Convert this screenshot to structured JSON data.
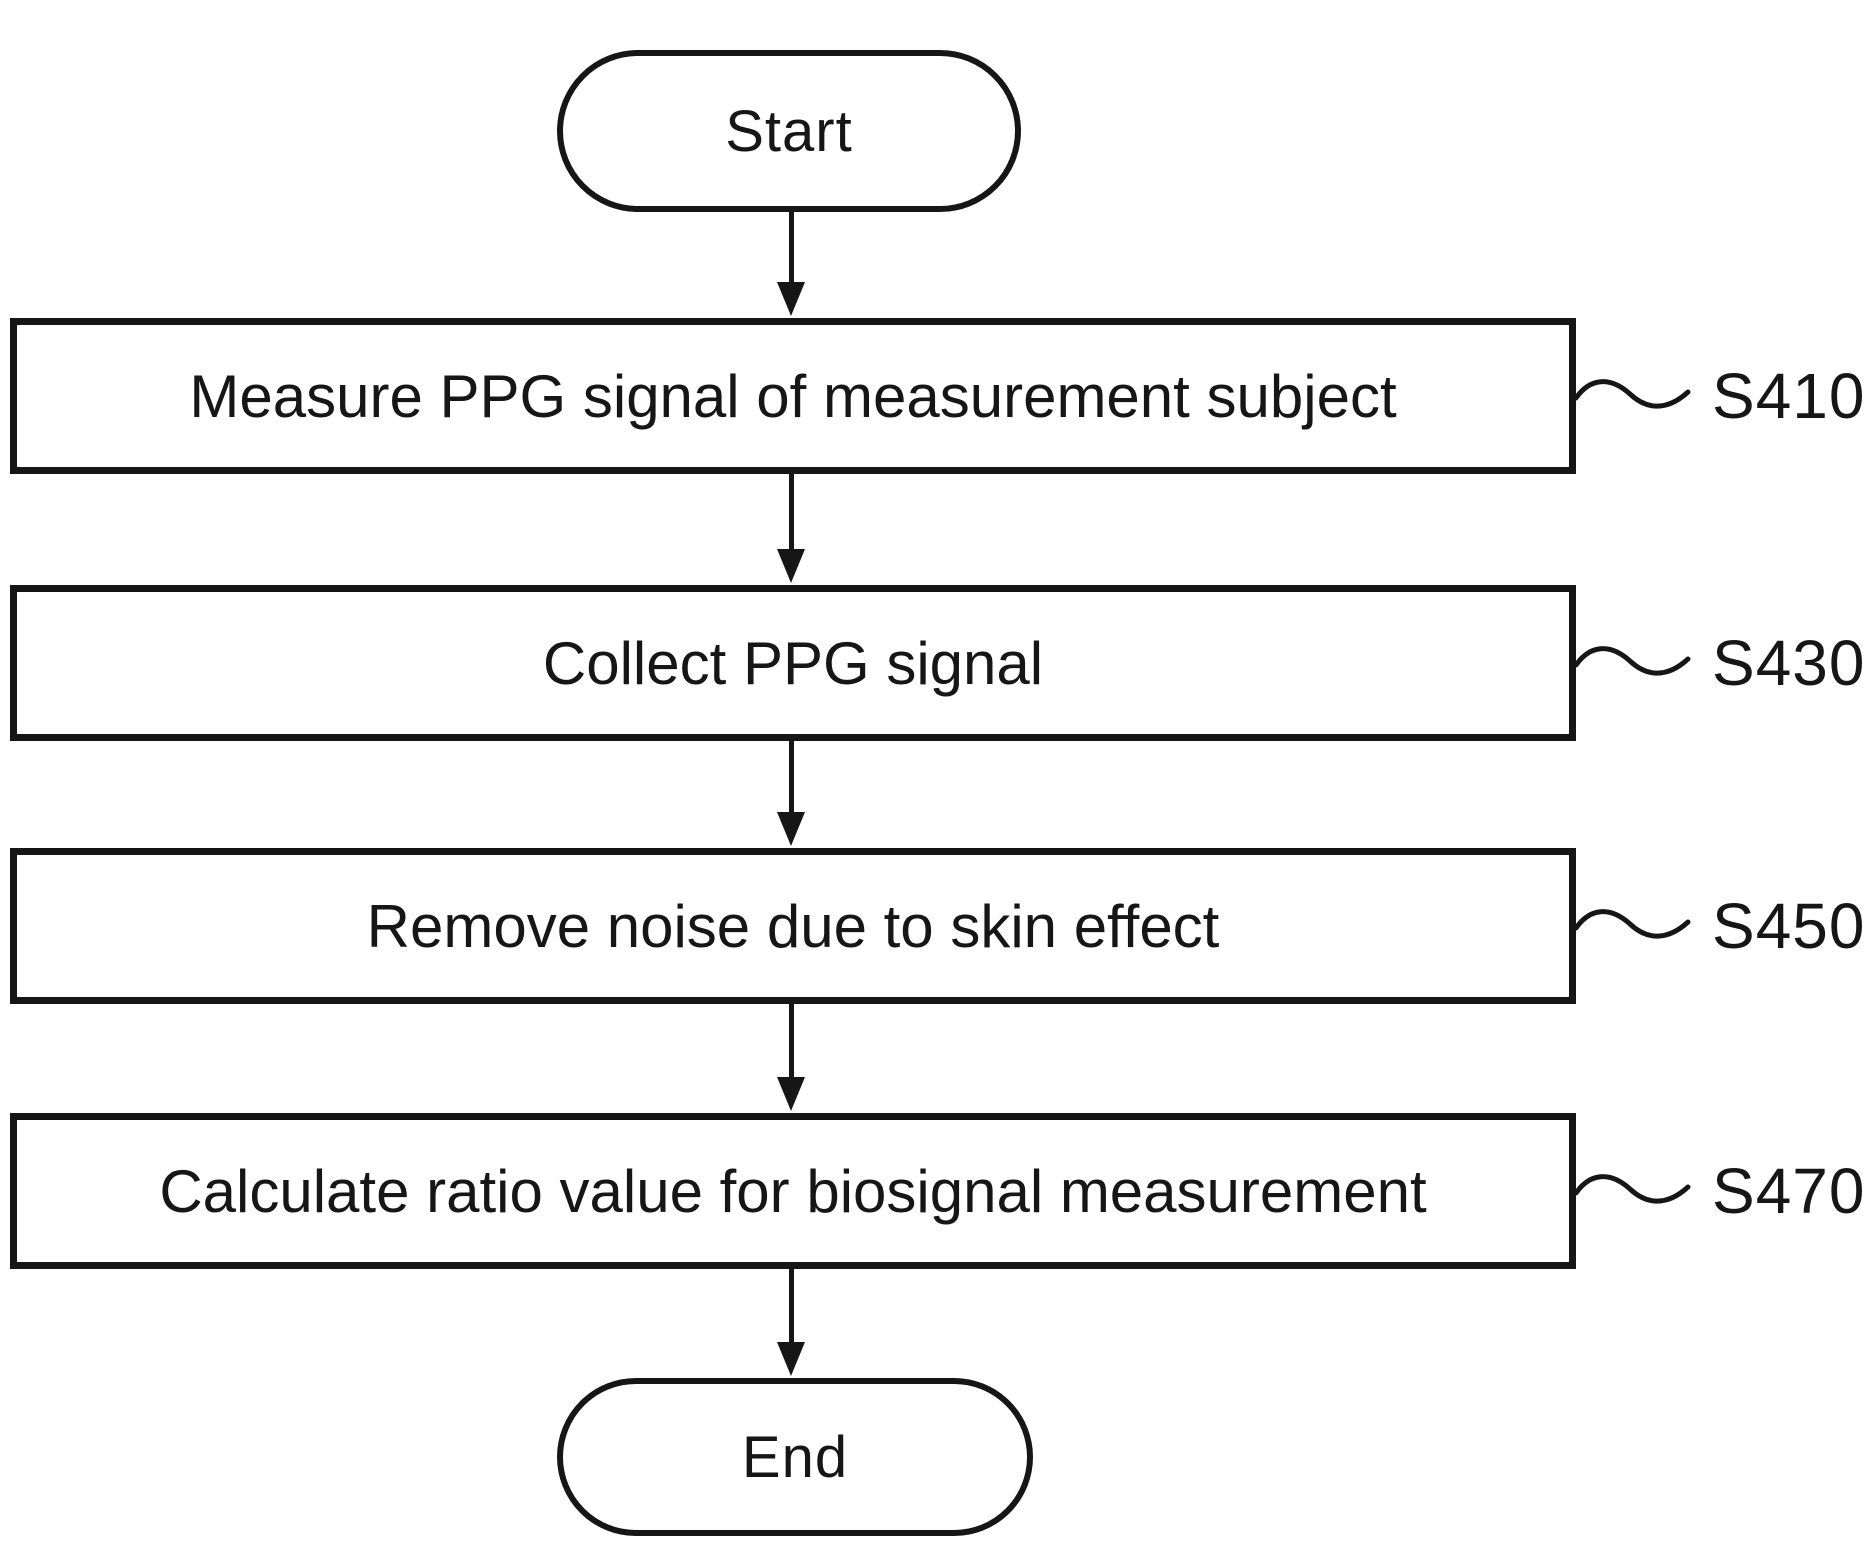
{
  "flowchart": {
    "start_label": "Start",
    "end_label": "End",
    "steps": [
      {
        "label": "Measure PPG signal of measurement subject",
        "ref": "S410"
      },
      {
        "label": "Collect PPG signal",
        "ref": "S430"
      },
      {
        "label": "Remove noise due to skin effect",
        "ref": "S450"
      },
      {
        "label": "Calculate ratio value for biosignal measurement",
        "ref": "S470"
      }
    ],
    "colors": {
      "ink": "#161616",
      "background": "#ffffff"
    }
  }
}
